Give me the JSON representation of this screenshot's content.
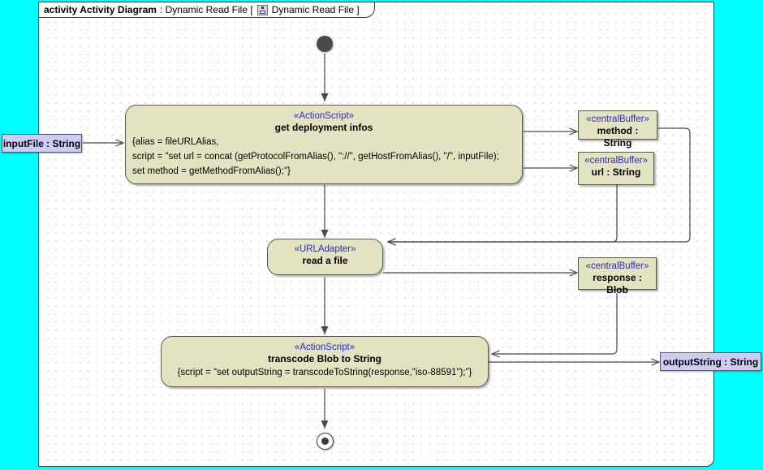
{
  "frame": {
    "keyword": "activity Activity Diagram",
    "name": ": Dynamic Read File [",
    "icon": "activity-diagram-icon",
    "diagram_name": "Dynamic Read File ]",
    "background_color": "#ffffff",
    "canvas_color": "#00ffff"
  },
  "palette": {
    "node_fill": "#e3e3c2",
    "node_stroke": "#5a5a4a",
    "pin_fill": "#ccccf5",
    "stereotype_color": "#2a2ad0",
    "edge_color": "#4a4a4a"
  },
  "nodes": {
    "initial": {
      "label": "initial-node"
    },
    "final": {
      "label": "activity-final-node"
    },
    "get_deployment": {
      "stereotype": "«ActionScript»",
      "name": "get deployment infos",
      "body_lines": [
        "{alias = fileURLAlias,",
        "script = \"set url = concat (getProtocolFromAlias(), \"://\", getHostFromAlias(), \"/\", inputFile);",
        "set method = getMethodFromAlias();\"}"
      ]
    },
    "read_a_file": {
      "stereotype": "«URLAdapter»",
      "name": "read a file"
    },
    "transcode": {
      "stereotype": "«ActionScript»",
      "name": "transcode Blob to String",
      "body_lines": [
        "{script = \"set outputString = transcodeToString(response,\"iso-88591\");\"}"
      ]
    },
    "buffer_method": {
      "stereotype": "«centralBuffer»",
      "name": "method : String"
    },
    "buffer_url": {
      "stereotype": "«centralBuffer»",
      "name": "url : String"
    },
    "buffer_response": {
      "stereotype": "«centralBuffer»",
      "name": "response : Blob"
    }
  },
  "pins": {
    "input_file": {
      "label": "inputFile : String"
    },
    "output_string": {
      "label": "outputString : String"
    }
  }
}
